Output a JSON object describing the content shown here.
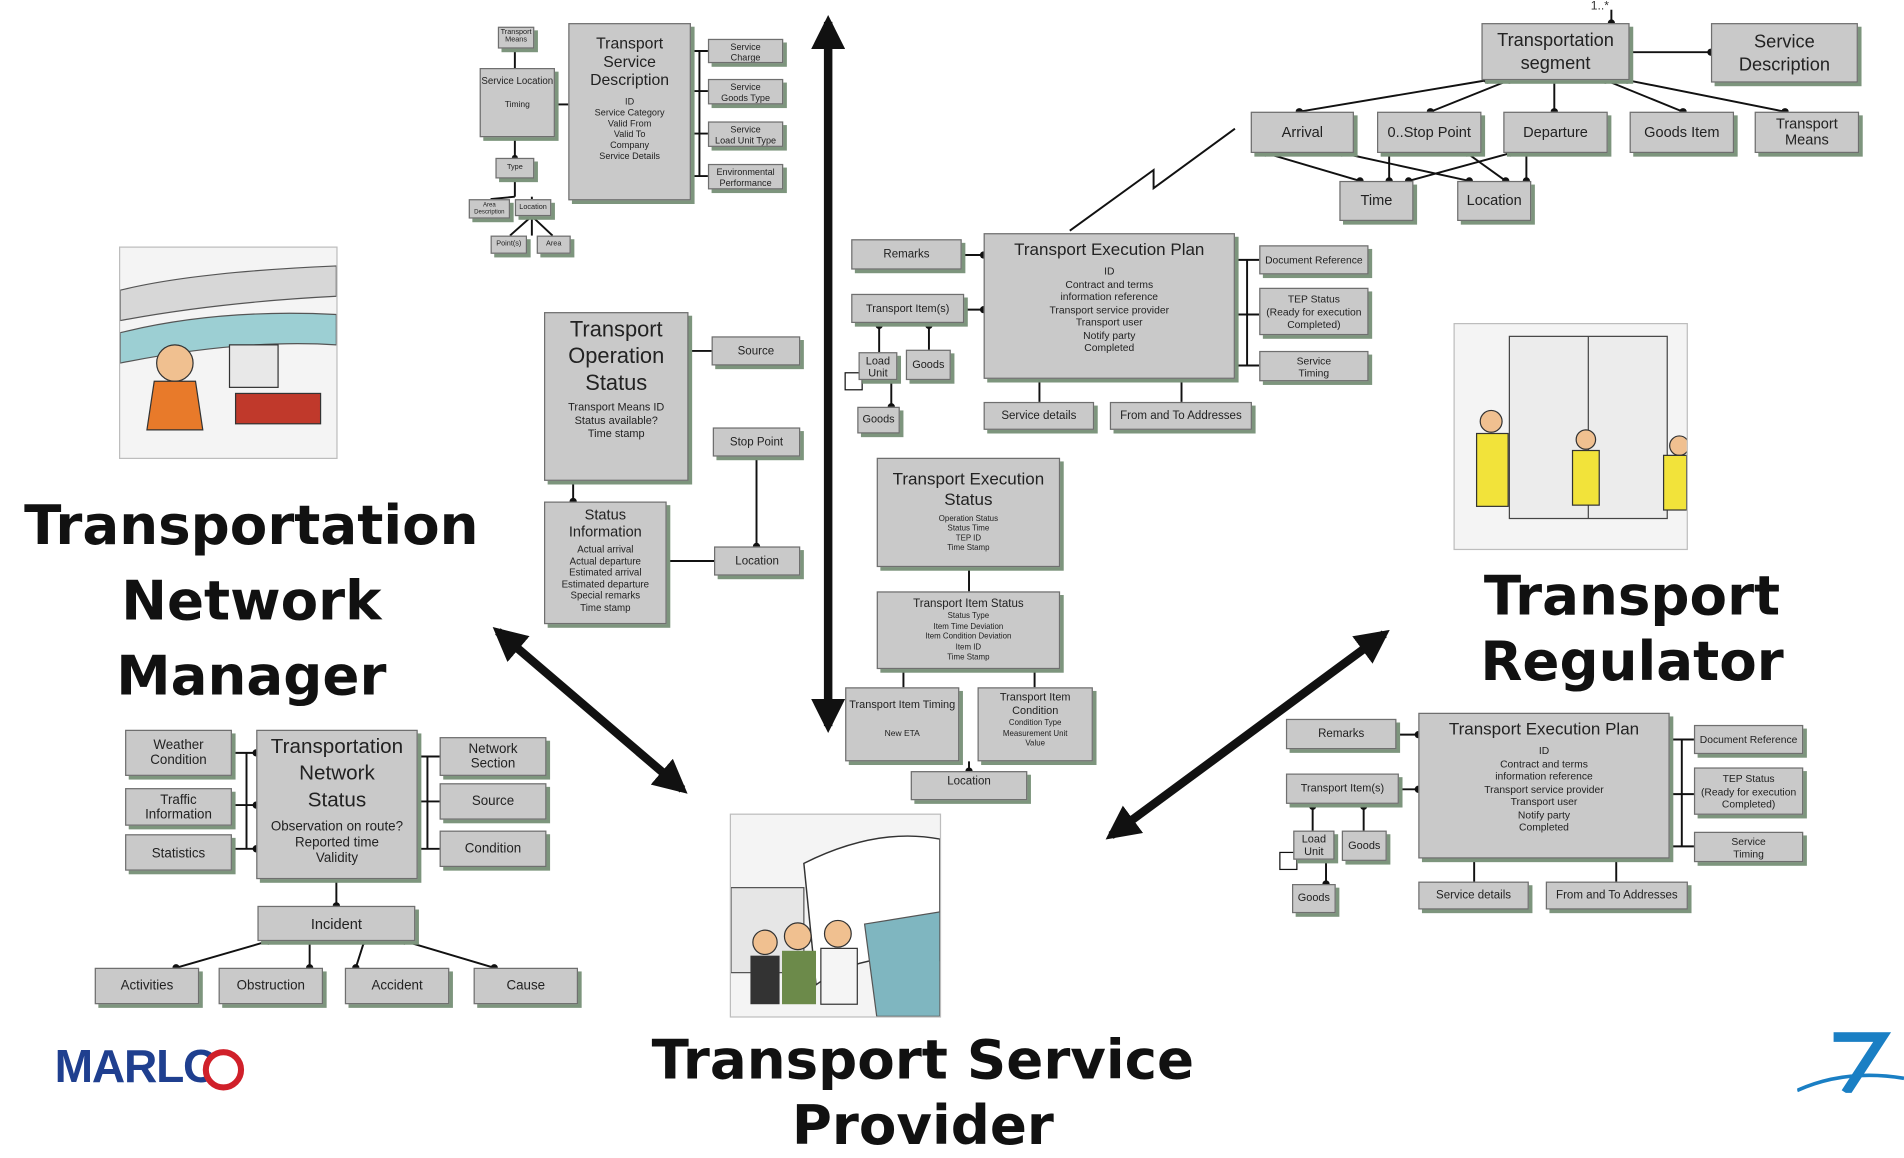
{
  "roles": {
    "network_manager": "Transportation\nNetwork Manager",
    "regulator": "Transport Regulator",
    "service_provider": "Transport Service Provider"
  },
  "logo": {
    "marlo": "MARLO"
  },
  "multiplicity": "1..*",
  "colors": {
    "box_fill": "#c9c9c9",
    "box_border": "#6f6f6f",
    "box_shadow": "#7d957d",
    "arrow": "#111111",
    "marlo_blue": "#1f3f8f",
    "marlo_red": "#d0202a",
    "fp7_blue": "#1a7fc4"
  },
  "tsd": {
    "transport_means": "Transport\nMeans",
    "service_location": "Service Location",
    "timing": "Timing",
    "type": "Type",
    "area_description": "Area\nDescription",
    "location": "Location",
    "point": "Point(s)",
    "area": "Area",
    "main_title": "Transport\nService\nDescription",
    "main_body": "ID\nService Category\nValid From\nValid To\nCompany\nService Details",
    "service_charge": "Service\nCharge",
    "service_goods_type": "Service\nGoods Type",
    "service_load_unit_type": "Service\nLoad Unit Type",
    "environmental_performance": "Environmental\nPerformance"
  },
  "tos": {
    "title": "Transport\nOperation\nStatus",
    "body": "Transport Means ID\nStatus available?\nTime stamp",
    "source": "Source",
    "stop_point": "Stop Point",
    "status_title": "Status\nInformation",
    "status_body": "Actual arrival\nActual departure\nEstimated arrival\nEstimated departure\nSpecial remarks\nTime stamp",
    "location": "Location"
  },
  "tns": {
    "weather": "Weather\nCondition",
    "traffic": "Traffic\nInformation",
    "statistics": "Statistics",
    "main_title": "Transportation\nNetwork\nStatus",
    "main_body": "Observation on route?\nReported time\nValidity",
    "network_section": "Network\nSection",
    "source": "Source",
    "condition": "Condition",
    "incident": "Incident",
    "activities": "Activities",
    "obstruction": "Obstruction",
    "accident": "Accident",
    "cause": "Cause"
  },
  "seg": {
    "segment": "Transportation\nsegment",
    "service_description": "Service\nDescription",
    "arrival": "Arrival",
    "stop_point": "0..Stop Point",
    "departure": "Departure",
    "goods_item": "Goods Item",
    "transport_means": "Transport\nMeans",
    "time": "Time",
    "location": "Location"
  },
  "tep1": {
    "remarks": "Remarks",
    "transport_items": "Transport Item(s)",
    "load_unit": "Load\nUnit",
    "goods_a": "Goods",
    "goods_b": "Goods",
    "title": "Transport Execution Plan",
    "body": "ID\nContract and terms\ninformation reference\nTransport service provider\nTransport user\nNotify party\nCompleted",
    "document_reference": "Document Reference",
    "tep_status": "TEP Status\n(Ready for execution\nCompleted)",
    "service_timing": "Service\nTiming",
    "service_details": "Service details",
    "from_to": "From and To Addresses"
  },
  "tes": {
    "title": "Transport Execution\nStatus",
    "body": "Operation Status\nStatus Time\nTEP ID\nTime Stamp",
    "item_status_title": "Transport Item Status",
    "item_status_body": "Status Type\nItem Time Deviation\nItem Condition Deviation\nItem ID\nTime Stamp",
    "item_timing_title": "Transport Item Timing",
    "item_timing_body": "New ETA",
    "item_condition_title": "Transport Item\nCondition",
    "item_condition_body": "Condition Type\nMeasurement Unit\nValue",
    "location": "Location"
  },
  "tep2": {
    "remarks": "Remarks",
    "transport_items": "Transport Item(s)",
    "load_unit": "Load\nUnit",
    "goods_a": "Goods",
    "goods_b": "Goods",
    "title": "Transport Execution Plan",
    "body": "ID\nContract and terms\ninformation reference\nTransport service provider\nTransport user\nNotify party\nCompleted",
    "document_reference": "Document Reference",
    "tep_status": "TEP Status\n(Ready for execution\nCompleted)",
    "service_timing": "Service\nTiming",
    "service_details": "Service details",
    "from_to": "From and To Addresses"
  }
}
